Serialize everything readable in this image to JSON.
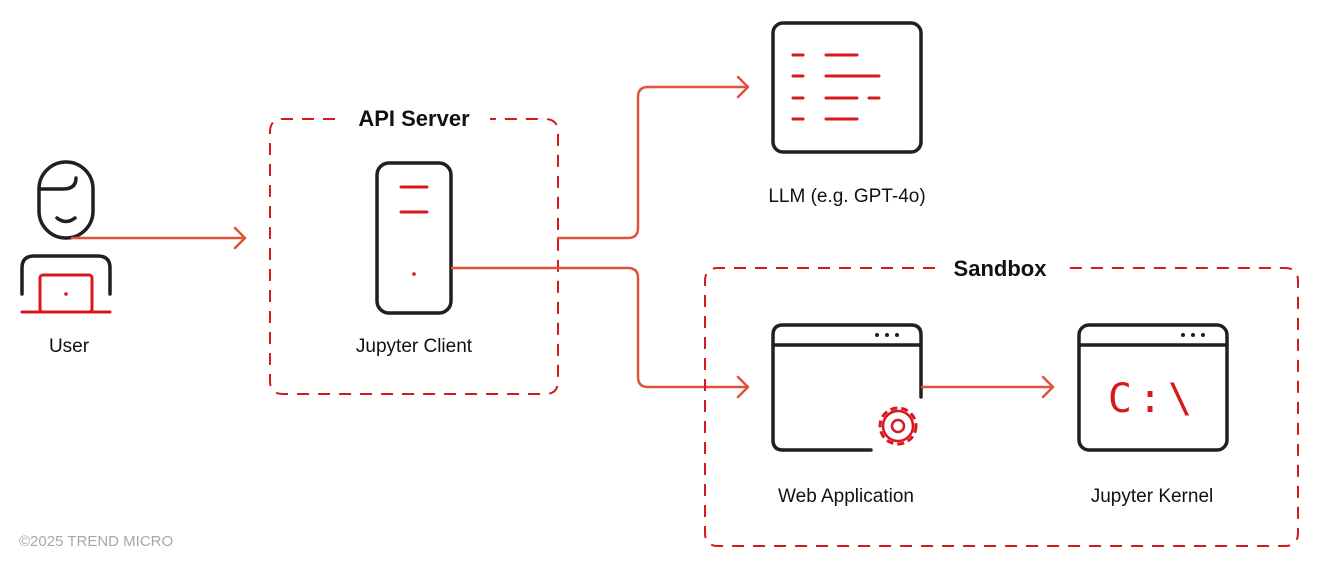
{
  "nodes": {
    "user": {
      "label": "User"
    },
    "api_server": {
      "title": "API Server",
      "client_label": "Jupyter Client"
    },
    "llm": {
      "label": "LLM (e.g. GPT-4o)"
    },
    "sandbox": {
      "title": "Sandbox",
      "web_app_label": "Web Application",
      "kernel_label": "Jupyter Kernel",
      "kernel_prompt": "C:\\"
    }
  },
  "footer": {
    "copyright": "©2025 TREND MICRO"
  },
  "colors": {
    "accent_red": "#d7191f",
    "arrow": "#e0533a",
    "outline": "#231f20"
  }
}
